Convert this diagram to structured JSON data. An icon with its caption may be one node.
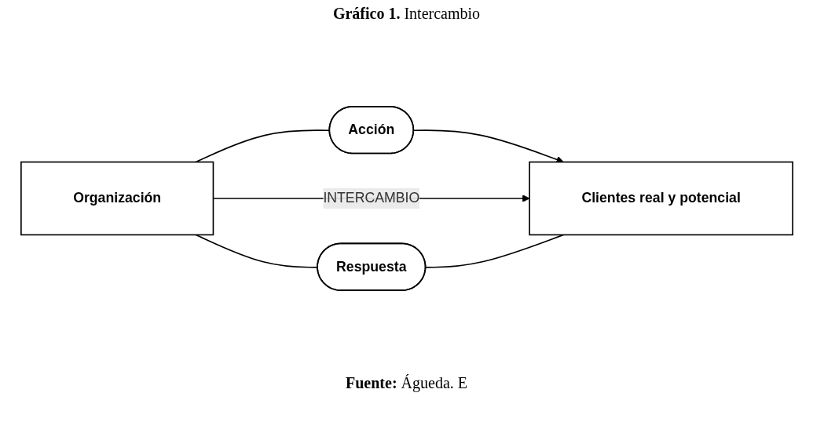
{
  "diagram": {
    "title": "**Gráfico 1.** Intercambio",
    "caption": "**Fuente:** Águeda. E",
    "nodes": [
      {
        "text": [
          "Organización"
        ]
      },
      {
        "text": [
          "Acción"
        ]
      },
      {
        "text": [
          "Clientes real y potencial"
        ]
      },
      {
        "text": [
          "Respuesta"
        ]
      }
    ],
    "edges": [
      {
        "from": 0,
        "to": 1,
        "arrow": "none"
      },
      {
        "from": 1,
        "to": 2,
        "arrow": "to"
      },
      {
        "from": 0,
        "to": 2,
        "arrow": "to",
        "label": "INTERCAMBIO"
      },
      {
        "from": 0,
        "to": 3,
        "arrow": "none"
      },
      {
        "from": 3,
        "to": 2,
        "arrow": "none"
      }
    ]
  }
}
